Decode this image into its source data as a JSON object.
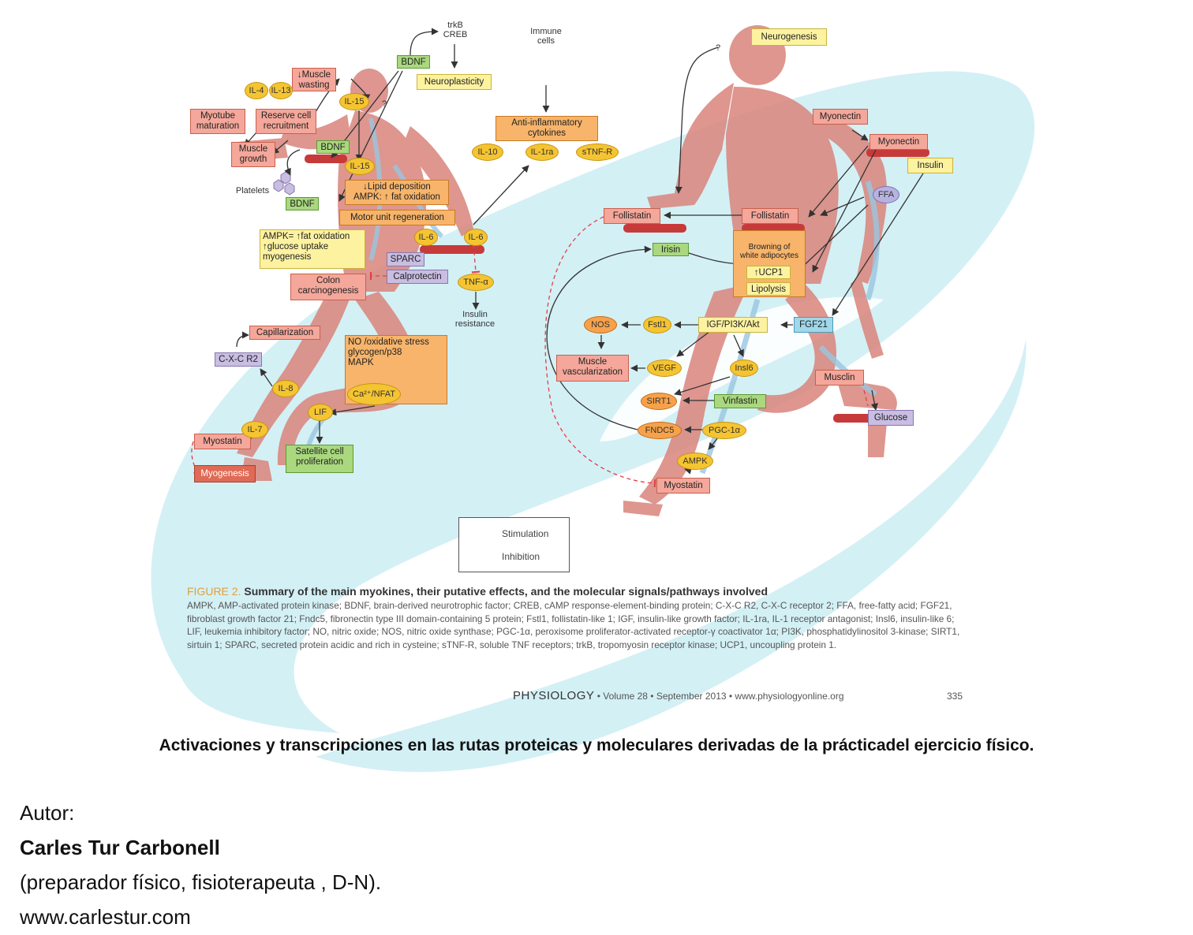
{
  "figure": {
    "labels": {
      "trkB_creb": "trkB\nCREB",
      "immune_cells": "Immune\ncells",
      "question1": "?",
      "question2": "?",
      "platelets": "Platelets",
      "insulin_resistance": "Insulin\nresistance"
    },
    "boxes": {
      "muscle_wasting": "↓Muscle\nwasting",
      "myotube_maturation": "Myotube\nmaturation",
      "reserve_cell": "Reserve cell\nrecruitment",
      "muscle_growth": "Muscle\ngrowth",
      "bdnf_top": "BDNF",
      "neuroplasticity": "Neuroplasticity",
      "bdnf_mid": "BDNF",
      "bdnf_low": "BDNF",
      "lipid_deposition": "↓Lipid deposition\nAMPK: ↑ fat oxidation",
      "motor_unit": "Motor unit regeneration",
      "ampk_fat": "AMPK= ↑fat oxidation\n↑glucose uptake\nmyogenesis",
      "sparc": "SPARC",
      "calprotectin": "Calprotectin",
      "colon": "Colon\ncarcinogenesis",
      "capillarization": "Capillarization",
      "cxcr2": "C-X-C R2",
      "no_stress": "NO /oxidative stress\nglycogen/p38\nMAPK",
      "myostatin_left": "Myostatin",
      "myogenesis": "Myogenesis",
      "satellite": "Satellite cell\nproliferation",
      "anti_inflammatory": "Anti-inflammatory\ncytokines",
      "neurogenesis": "Neurogenesis",
      "myonectin_1": "Myonectin",
      "myonectin_2": "Myonectin",
      "insulin": "Insulin",
      "follistatin_left": "Follistatin",
      "follistatin_right": "Follistatin",
      "browning": "Browning of\nwhite adipocytes",
      "ucp1": "↑UCP1",
      "lipolysis": "Lipolysis",
      "irisin": "Irisin",
      "igf": "IGF/PI3K/Akt",
      "fgf21": "FGF21",
      "muscle_vasc": "Muscle\nvascularization",
      "musclin": "Musclin",
      "glucose": "Glucose",
      "vinfastin": "Vinfastin",
      "myostatin_right": "Myostatin"
    },
    "ovals": {
      "il4": "IL-4",
      "il13": "IL-13",
      "il15_top": "IL-15",
      "il15_mid": "IL-15",
      "il6_a": "IL-6",
      "il6_b": "IL-6",
      "tnfa": "TNF-α",
      "il10": "IL-10",
      "il1ra": "IL-1ra",
      "stnfr": "sTNF-R",
      "il8": "IL-8",
      "il7": "IL-7",
      "ca_nfat": "Ca²⁺/NFAT",
      "lif": "LIF",
      "ffa": "FFA",
      "nos": "NOS",
      "fstl1": "Fstl1",
      "vegf": "VEGF",
      "insl6": "Insl6",
      "sirt1": "SIRT1",
      "fndc5": "FNDC5",
      "pgc1a": "PGC-1α",
      "ampk": "AMPK"
    },
    "legend": {
      "stimulation": "Stimulation",
      "inhibition": "Inhibition"
    },
    "caption": {
      "figure_label": "FIGURE 2.",
      "title": "Summary of the main myokines, their putative effects, and the molecular signals/pathways involved",
      "body": "AMPK, AMP-activated protein kinase; BDNF, brain-derived neurotrophic factor; CREB, cAMP response-element-binding protein; C-X-C R2, C-X-C receptor 2; FFA, free-fatty acid; FGF21, fibroblast growth factor 21; Fndc5, fibronectin type III domain-containing 5 protein; Fstl1, follistatin-like 1; IGF, insulin-like growth factor; IL-1ra, IL-1 receptor antagonist; Insl6, insulin-like 6; LIF, leukemia inhibitory factor; NO, nitric oxide; NOS, nitric oxide synthase; PGC-1α, peroxisome proliferator-activated receptor-γ coactivator 1α; PI3K, phosphatidylinositol 3-kinase; SIRT1, sirtuin 1; SPARC, secreted protein acidic and rich in cysteine; sTNF-R, soluble TNF receptors; trkB, tropomyosin receptor kinase; UCP1, uncoupling protein 1."
    },
    "journal": {
      "name": "PHYSIOLOGY",
      "details": " • Volume 28 • September 2013 • www.physiologyonline.org",
      "page": "335"
    }
  },
  "headline": "Activaciones y transcripciones en las rutas proteicas y moleculares derivadas de la prácticadel ejercicio físico.",
  "author": {
    "label": "Autor:",
    "name": "Carles Tur Carbonell",
    "role": "(preparador físico, fisioterapeuta , D-N).",
    "website": "www.carlestur.com"
  },
  "colors": {
    "swoosh": "#d3f0f5",
    "muscle": "#d9847c",
    "inhibition": "#e0404a"
  }
}
